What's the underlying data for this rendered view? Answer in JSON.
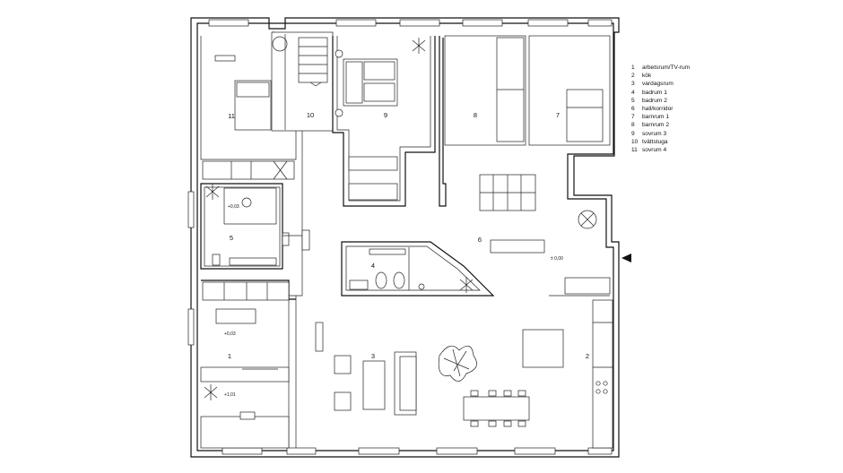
{
  "rooms": [
    {
      "num": "1",
      "name": "arbetsrum/TV-rum"
    },
    {
      "num": "2",
      "name": "kök"
    },
    {
      "num": "3",
      "name": "vardagsrum"
    },
    {
      "num": "4",
      "name": "badrum 1"
    },
    {
      "num": "5",
      "name": "badrum 2"
    },
    {
      "num": "6",
      "name": "hall/korridor"
    },
    {
      "num": "7",
      "name": "barnrum 1"
    },
    {
      "num": "8",
      "name": "barnrum 2"
    },
    {
      "num": "9",
      "name": "sovrum 3"
    },
    {
      "num": "10",
      "name": "tvättstuga"
    },
    {
      "num": "11",
      "name": "sovrum 4"
    }
  ],
  "levels": {
    "bath2": "+0,03",
    "hall": "± 0,00",
    "room1": "+0,03",
    "loft": "+1,01"
  }
}
